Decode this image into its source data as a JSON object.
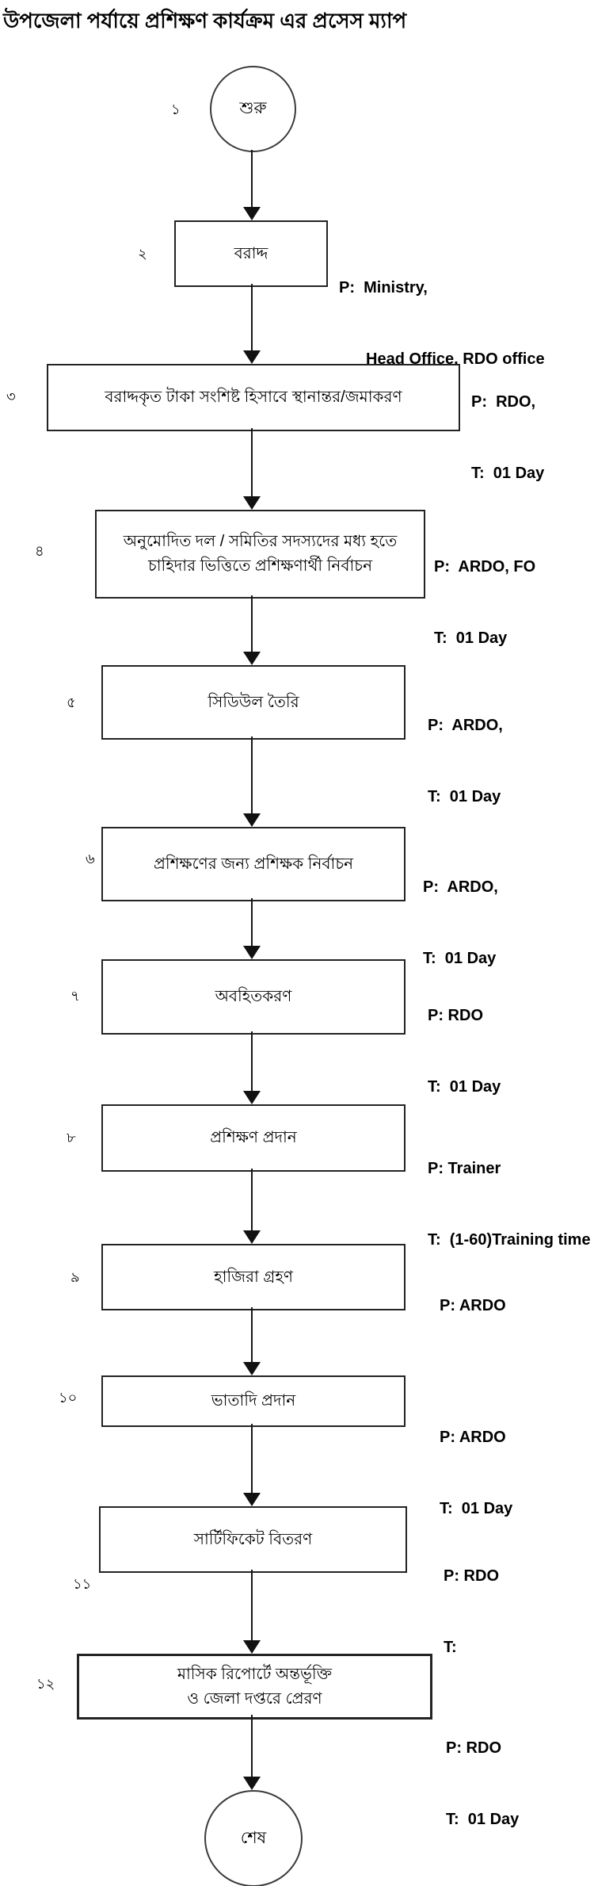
{
  "title": "উপজেলা পর্যায়ে প্রশিক্ষণ কার্যক্রম এর প্রসেস ম্যাপ",
  "diagram": {
    "accent_color": "#000000",
    "nodes": {
      "start": {
        "number": "১",
        "label": "শুরু"
      },
      "s2": {
        "number": "২",
        "label": "বরাদ্দ",
        "ann_p": "P:  Ministry,",
        "ann_p2": "Head Office, RDO office"
      },
      "s3": {
        "number": "৩",
        "label": "বরাদ্দকৃত টাকা সংশিষ্ট হিসাবে স্থানান্তর/জমাকরণ",
        "ann_p": "P:  RDO,",
        "ann_t": "T:  01 Day"
      },
      "s4": {
        "number": "৪",
        "label1": "অনুমোদিত দল / সমিতির সদস্যদের মধ্য হতে",
        "label2": "চাহিদার ভিত্তিতে প্রশিক্ষণার্থী নির্বাচন",
        "ann_p": "P:  ARDO, FO",
        "ann_t": "T:  01 Day"
      },
      "s5": {
        "number": "৫",
        "label": "সিডিউল তৈরি",
        "ann_p": "P:  ARDO,",
        "ann_t": "T:  01 Day"
      },
      "s6": {
        "number": "৬",
        "label": "প্রশিক্ষণের জন্য প্রশিক্ষক নির্বাচন",
        "ann_p": "P:  ARDO,",
        "ann_t": "T:  01 Day"
      },
      "s7": {
        "number": "৭",
        "label": "অবহিতকরণ",
        "ann_p": "P: RDO",
        "ann_t": "T:  01 Day"
      },
      "s8": {
        "number": "৮",
        "label": "প্রশিক্ষণ প্রদান",
        "ann_p": "P: Trainer",
        "ann_t": "T:  (1-60)Training time"
      },
      "s9": {
        "number": "৯",
        "label": "হাজিরা গ্রহণ",
        "ann_p": "P: ARDO"
      },
      "s10": {
        "number": "১০",
        "label": "ভাতাদি প্রদান",
        "ann_p": "P: ARDO",
        "ann_t": "T:  01 Day"
      },
      "s11": {
        "number": "১১",
        "label": "সার্টিফিকেট বিতরণ",
        "ann_p": "P: RDO",
        "ann_t": "T:"
      },
      "s12": {
        "number": "১২",
        "label1": "মাসিক রিপোর্টে অন্তর্ভূক্তি",
        "label2": "ও জেলা দপ্তরে প্রেরণ",
        "ann_p": "P: RDO",
        "ann_t": "T:  01 Day"
      },
      "end": {
        "label": "শেষ"
      }
    }
  }
}
